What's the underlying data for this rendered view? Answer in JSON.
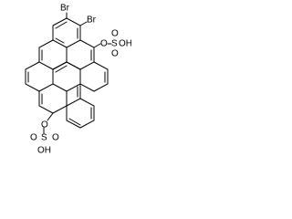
{
  "structure": {
    "labels": {
      "br_top": "Br",
      "br_right": "Br",
      "o_upper": "O",
      "s_upper": "S",
      "oh_upper": "OH",
      "o_upper_top": "O",
      "o_upper_bottom": "O",
      "o_lower": "O",
      "s_lower": "S",
      "oh_lower": "OH",
      "o_lower_left": "O",
      "o_lower_right": "O"
    },
    "colors": {
      "bond": "#000000",
      "text": "#000000",
      "background": "#ffffff"
    }
  }
}
